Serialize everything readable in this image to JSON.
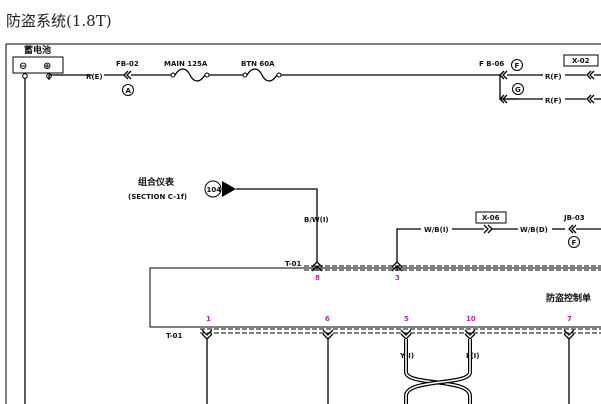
{
  "title": "防盗系统(1.8T)",
  "battery": {
    "label": "蓄电池",
    "neg": "⊖",
    "pos": "⊕"
  },
  "wires": {
    "r_e": "R(E)",
    "r_f_top": "R(F)",
    "r_f_bottom": "R(F)",
    "bw_i": "B/W(I)",
    "wb_i": "W/B(I)",
    "wb_d": "W/B(D)",
    "y_i": "Y(I)",
    "l_i": "L(I)"
  },
  "fuses": {
    "fb02": "FB-02",
    "main": "MAIN 125A",
    "btn": "BTN 60A",
    "fb06": "F B-06",
    "jb03": "JB-03"
  },
  "connectors": {
    "x02": "X-02",
    "x06": "X-06",
    "t01_upper": "T-01",
    "t01_lower": "T-01"
  },
  "nodes": {
    "a": "A",
    "f_top": "F",
    "g": "G",
    "f_jb": "F"
  },
  "cluster": {
    "label": "组合仪表",
    "section": "(SECTION C-1f)",
    "ref": "104"
  },
  "control_unit": {
    "label": "防盗控制单"
  },
  "pins": {
    "p8": "8",
    "p3": "3",
    "p1": "1",
    "p6": "6",
    "p5": "5",
    "p10": "10",
    "p7": "7"
  }
}
